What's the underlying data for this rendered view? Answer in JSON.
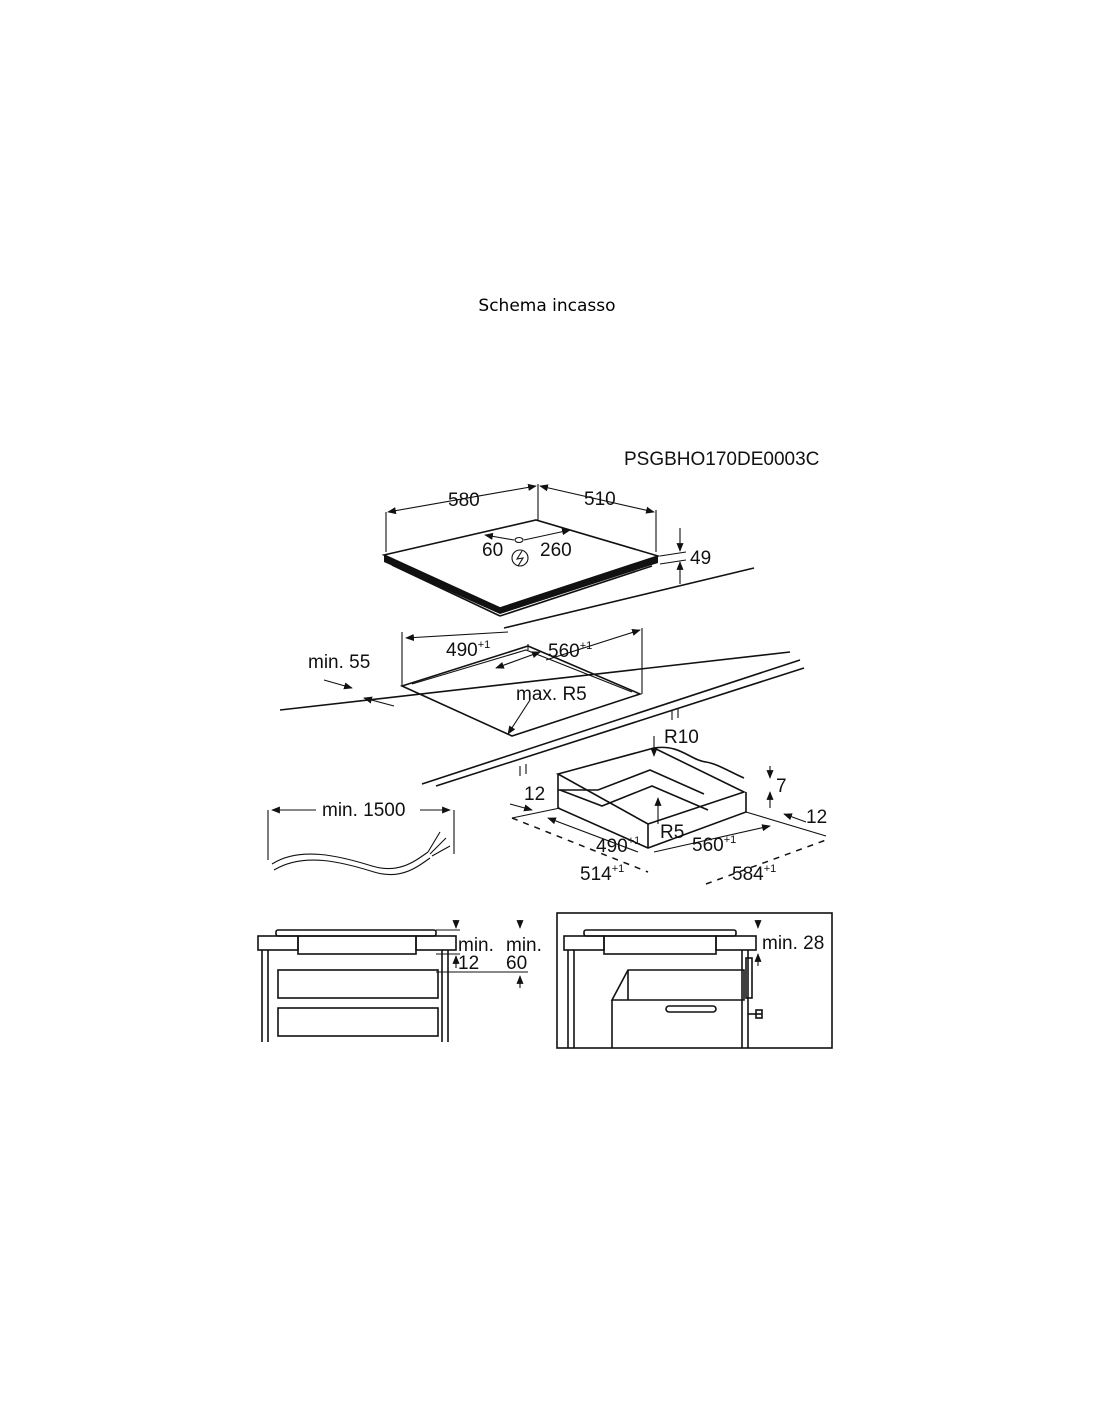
{
  "page_title": "Schema incasso",
  "diagram": {
    "code": "PSGBHO170DE0003C",
    "hob": {
      "width": "580",
      "depth": "510",
      "height": "49",
      "cable_offset_left": "60",
      "cable_offset_right": "260"
    },
    "cutout": {
      "width": "490",
      "width_tol": "+1",
      "depth": "560",
      "depth_tol": "+1",
      "edge_min": "min. 55",
      "corner_radius": "max. R5"
    },
    "cable": {
      "length": "min. 1500"
    },
    "flush_frame": {
      "radius_outer": "R10",
      "step_height": "7",
      "rebate_left": "12",
      "rebate_right": "12",
      "radius_inner": "R5",
      "inner_width": "490",
      "inner_width_tol": "+1",
      "inner_depth": "560",
      "inner_depth_tol": "+1",
      "outer_width": "514",
      "outer_width_tol": "+1",
      "outer_depth": "584",
      "outer_depth_tol": "+1"
    },
    "section_drawer": {
      "min_a_label": "min.",
      "min_a_value": "12",
      "min_b_label": "min.",
      "min_b_value": "60"
    },
    "section_oven": {
      "clearance": "min. 28"
    }
  }
}
